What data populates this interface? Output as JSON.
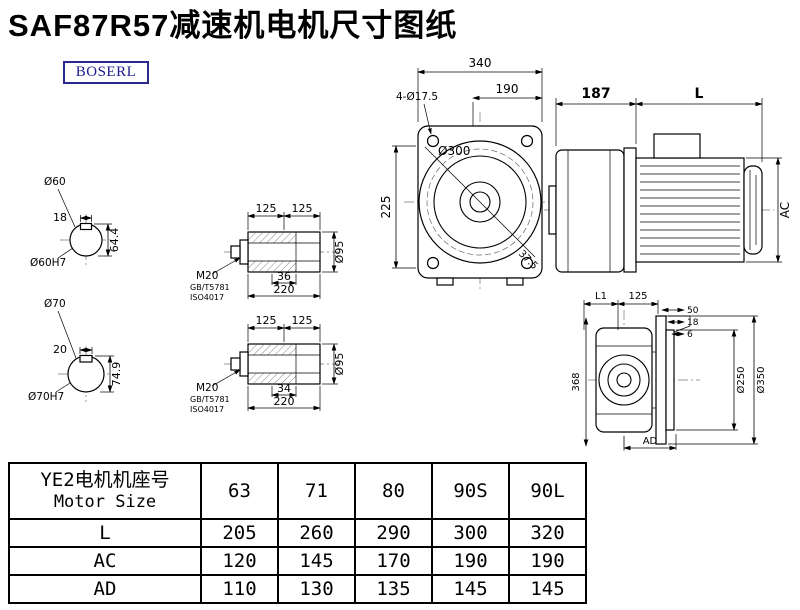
{
  "colors": {
    "logo_text": "#1b1b8f",
    "logo_border": "#2a2a8e",
    "ink": "#000000"
  },
  "page": {
    "title": "SAF87R57减速机电机尺寸图纸",
    "logo": "BOSERL"
  },
  "views": {
    "shaft_a": {
      "dia": "Ø60",
      "key_width": "18",
      "key_height": "64.4",
      "bore": "Ø60H7"
    },
    "shaft_b": {
      "dia": "Ø70",
      "key_width": "20",
      "key_height": "74.9",
      "bore": "Ø70H7"
    },
    "bush_a": {
      "seg1": "125",
      "seg2": "125",
      "thread": "M20",
      "std1": "GB/T5781",
      "std2": "ISO4017",
      "depth": "36",
      "length": "220",
      "dia": "Ø95"
    },
    "bush_b": {
      "seg1": "125",
      "seg2": "125",
      "thread": "M20",
      "std1": "GB/T5781",
      "std2": "ISO4017",
      "depth": "34",
      "length": "220",
      "dia": "Ø95"
    },
    "front": {
      "width": "340",
      "holes": "4-Ø17.5",
      "width2": "190",
      "flange": "Ø300",
      "height": "225",
      "angle": "37.5"
    },
    "side": {
      "len1": "187",
      "len2": "L",
      "height": "AC"
    },
    "rear": {
      "l1": "L1",
      "d125": "125",
      "d50": "50",
      "d18": "18",
      "d6": "6",
      "height": "368",
      "d250": "Ø250",
      "d350": "Ø350",
      "ad": "AD"
    }
  },
  "table": {
    "header_cn": "YE2电机机座号",
    "header_en": "Motor Size",
    "sizes": [
      "63",
      "71",
      "80",
      "90S",
      "90L"
    ],
    "rows": [
      {
        "label": "L",
        "values": [
          "205",
          "260",
          "290",
          "300",
          "320"
        ]
      },
      {
        "label": "AC",
        "values": [
          "120",
          "145",
          "170",
          "190",
          "190"
        ]
      },
      {
        "label": "AD",
        "values": [
          "110",
          "130",
          "135",
          "145",
          "145"
        ]
      }
    ]
  }
}
